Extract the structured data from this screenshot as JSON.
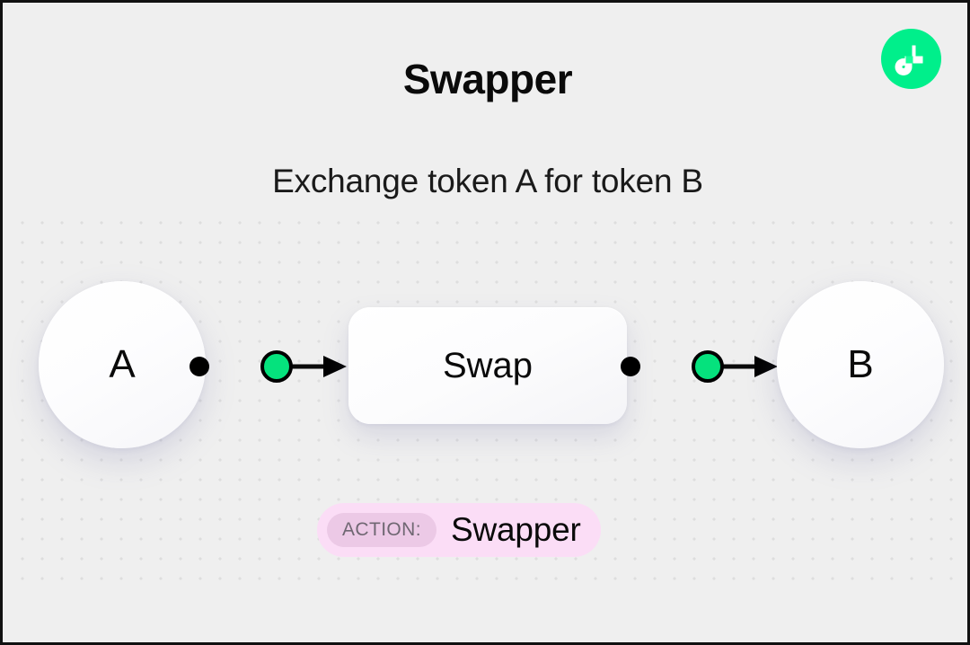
{
  "brand": {
    "logo_icon": "flow-logo-icon",
    "logo_bg_color": "#00ef8b",
    "logo_mark_color": "#ffffff"
  },
  "header": {
    "title": "Swapper",
    "subtitle": "Exchange token A for token B"
  },
  "diagram": {
    "background_color": "#efefef",
    "dot_color": "#dedede",
    "nodes": [
      {
        "id": "node-a",
        "label": "A",
        "shape": "circle"
      },
      {
        "id": "swap-box",
        "label": "Swap",
        "shape": "rounded-rect"
      },
      {
        "id": "node-b",
        "label": "B",
        "shape": "circle"
      }
    ],
    "connectors": [
      {
        "id": "connector-left",
        "from": "node-a",
        "to": "swap-box",
        "source_dot_color": "#000000",
        "mid_node_color": "#05e27d",
        "line_color": "#0a0a0a",
        "arrow_color": "#000000"
      },
      {
        "id": "connector-right",
        "from": "swap-box",
        "to": "node-b",
        "source_dot_color": "#000000",
        "mid_node_color": "#05e27d",
        "line_color": "#0a0a0a",
        "arrow_color": "#000000"
      }
    ]
  },
  "action_badge": {
    "key": "ACTION:",
    "value": "Swapper",
    "pill_color": "#fbddf6",
    "key_pill_color": "#ecc9e6",
    "key_text_color": "#6f6772"
  }
}
